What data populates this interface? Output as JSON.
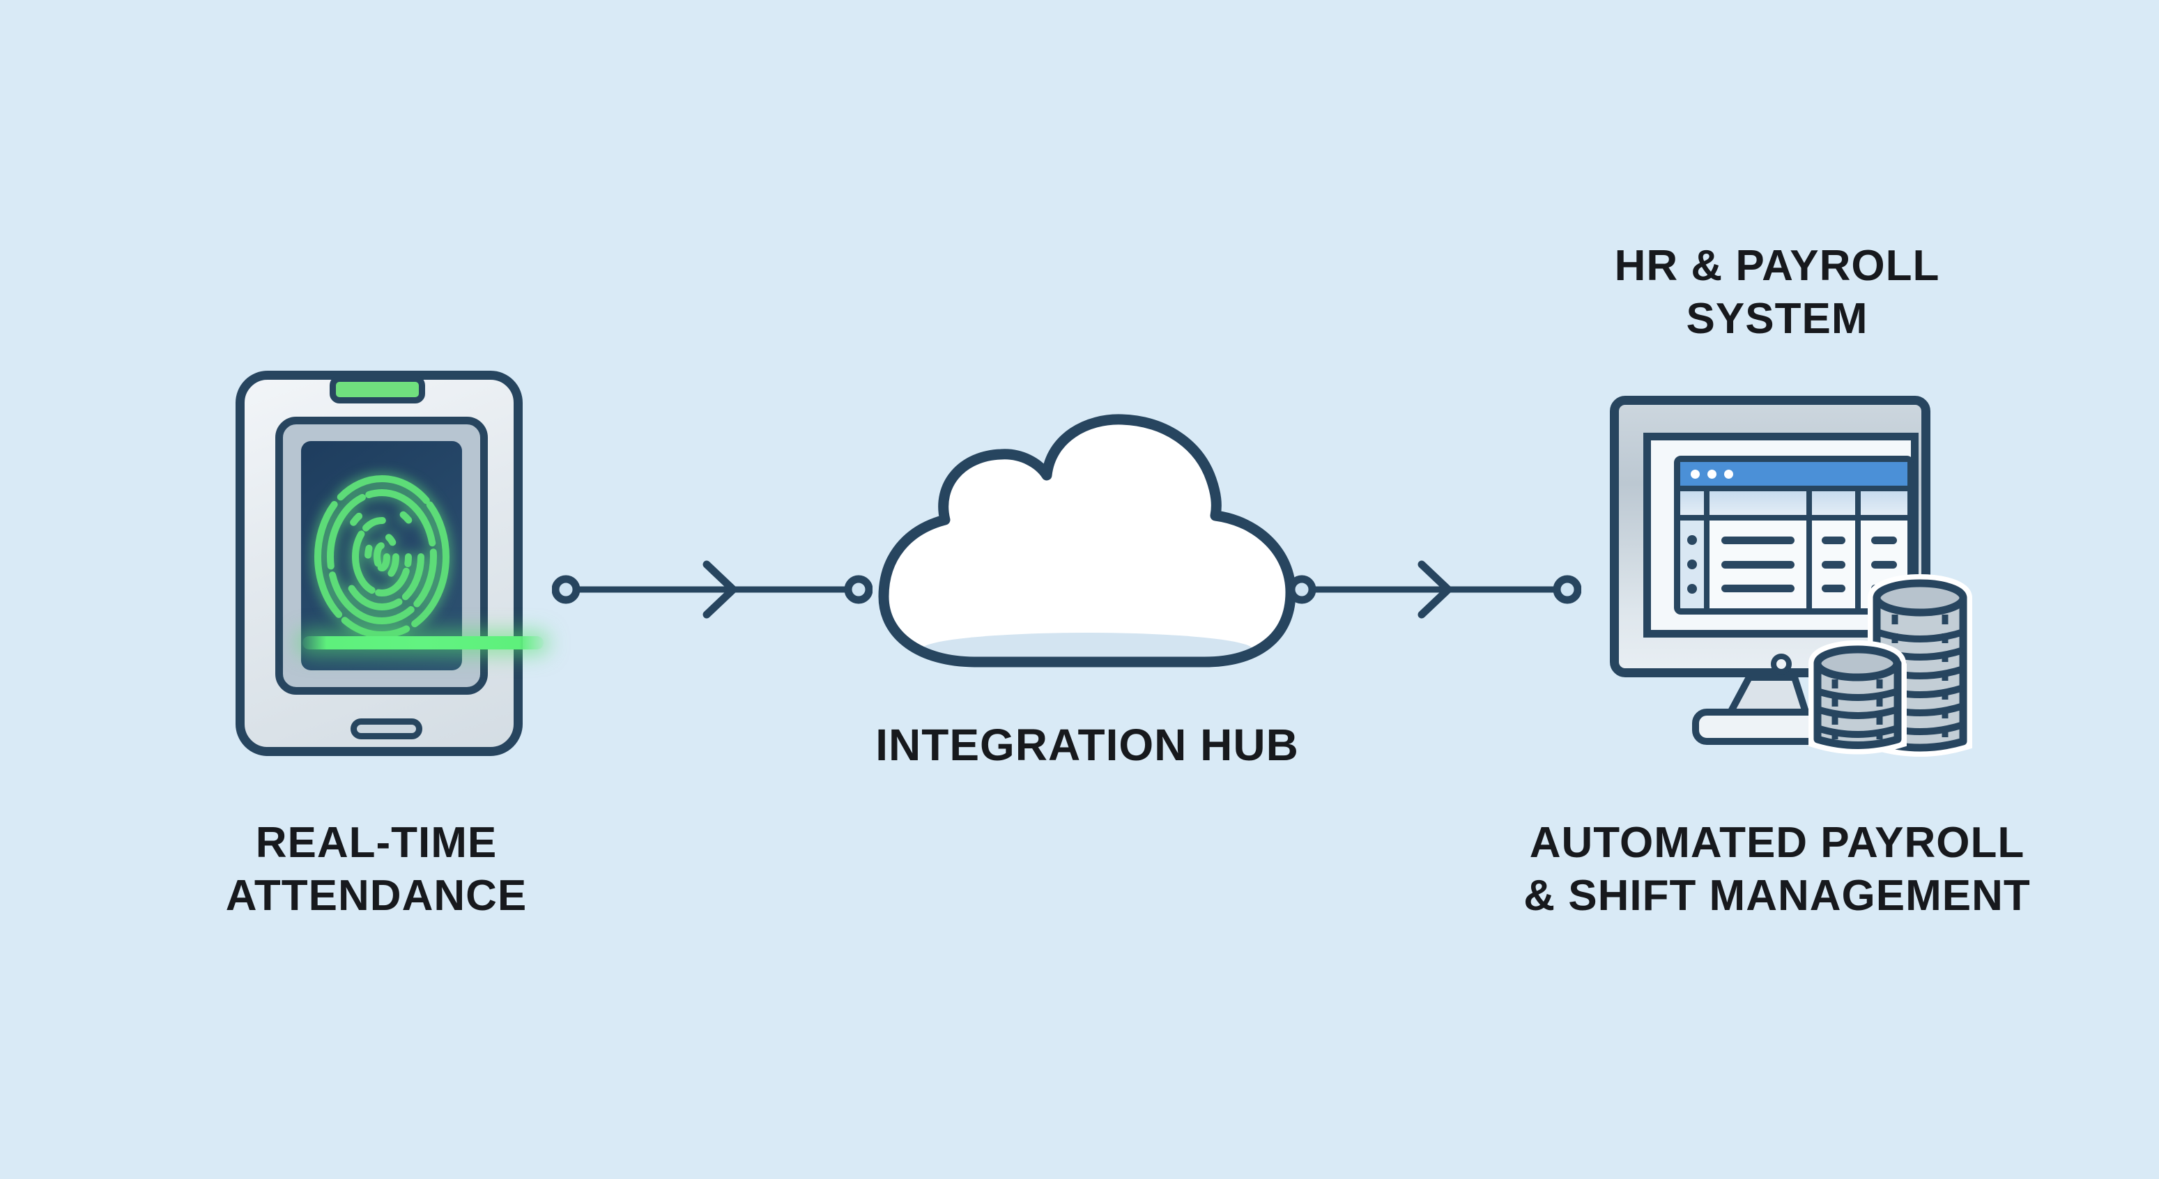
{
  "canvas": {
    "background": "#d9eaf6"
  },
  "colors": {
    "outline_navy": "#27455f",
    "accent_green": "#70e07e",
    "fingerprint_green": "#5ddc78",
    "scanline_green": "#5ef07c",
    "screen_dark_blue": "#27496a",
    "cloud_fill": "#ffffff",
    "cloud_shade": "#d3e4f1",
    "browser_titlebar_blue": "#4b90d7",
    "table_header_blue": "#cfe0ef",
    "coin_gray": "#c3ced6",
    "label_text": "#17191d"
  },
  "nodes": {
    "attendance": {
      "icon": "fingerprint-tablet-icon",
      "label_lines": [
        "REAL-TIME",
        "ATTENDANCE"
      ]
    },
    "hub": {
      "icon": "cloud-icon",
      "label": "INTEGRATION HUB"
    },
    "payroll": {
      "icon": "payroll-monitor-coins-icon",
      "title_lines": [
        "HR & PAYROLL",
        "SYSTEM"
      ],
      "label_lines": [
        "AUTOMATED PAYROLL",
        "& SHIFT MANAGEMENT"
      ]
    }
  },
  "connectors": {
    "flow1": {
      "from": "attendance",
      "to": "hub",
      "direction": "right"
    },
    "flow2": {
      "from": "hub",
      "to": "payroll",
      "direction": "right"
    }
  }
}
